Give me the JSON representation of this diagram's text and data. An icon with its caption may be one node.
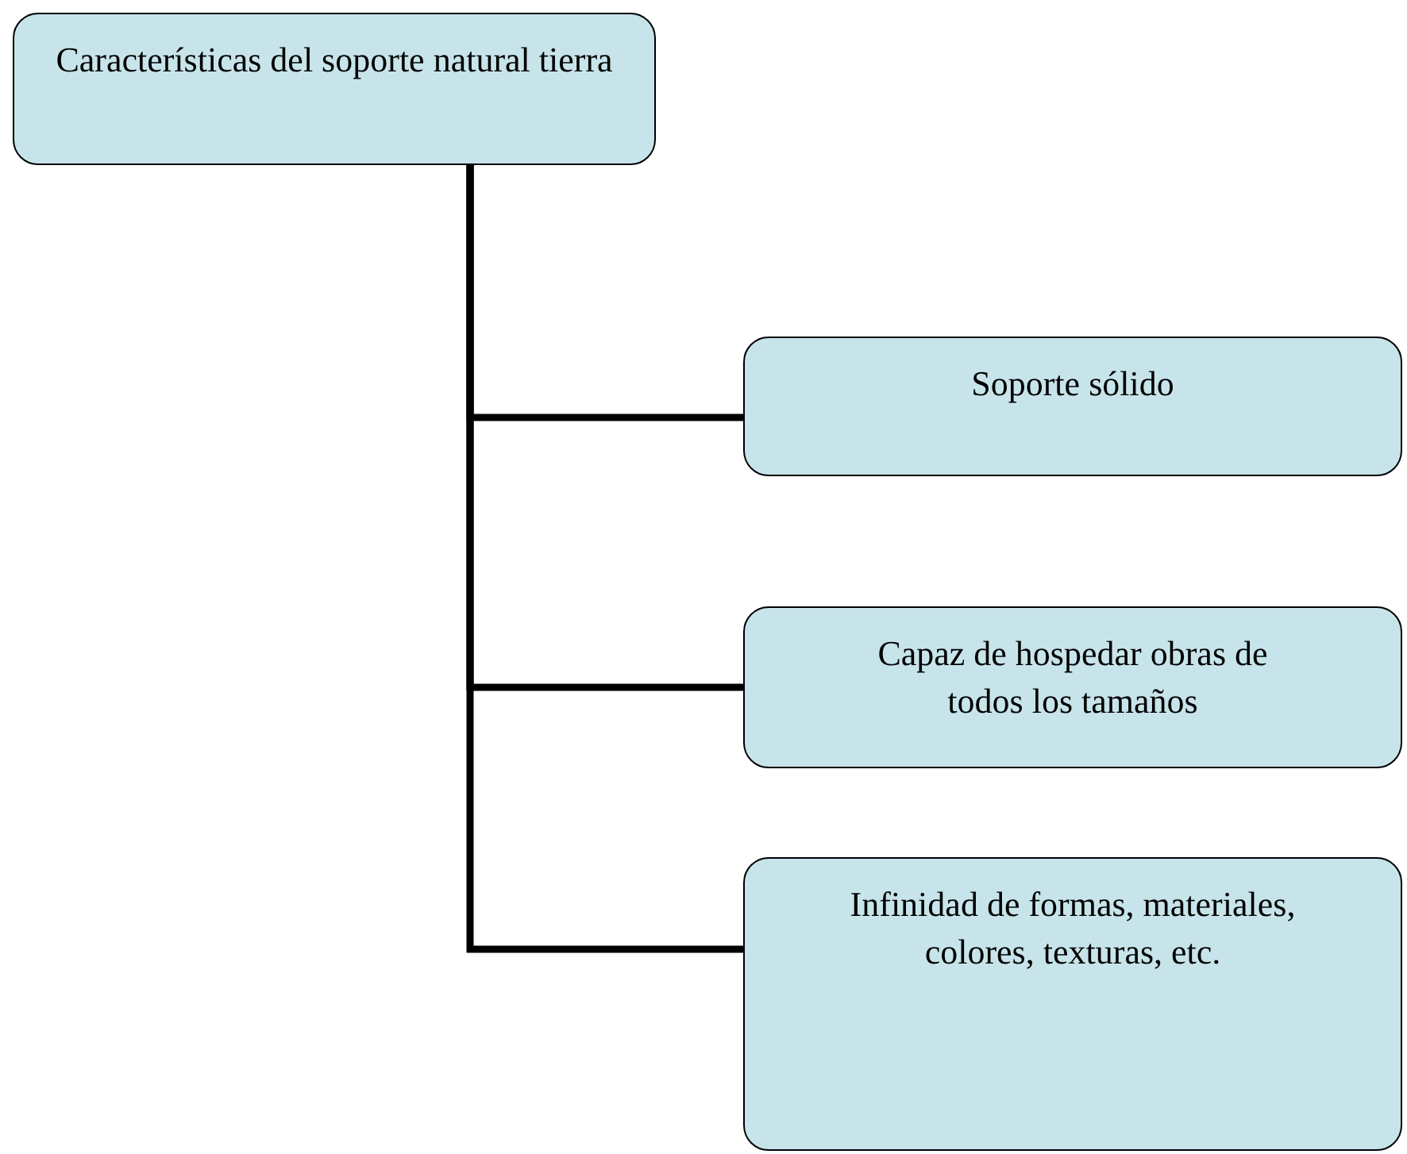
{
  "diagram": {
    "nodes": [
      {
        "text": [
          "Características del soporte natural tierra"
        ]
      },
      {
        "text": [
          "Soporte sólido"
        ]
      },
      {
        "text": [
          "Capaz de hospedar obras de todos los tamaños"
        ]
      },
      {
        "text": [
          "Infinidad de formas, materiales, colores, texturas, etc."
        ]
      }
    ],
    "edges": [
      {
        "from": 0,
        "to": 1,
        "arrow": "none"
      },
      {
        "from": 0,
        "to": 2,
        "arrow": "none"
      },
      {
        "from": 0,
        "to": 3,
        "arrow": "none"
      }
    ]
  }
}
